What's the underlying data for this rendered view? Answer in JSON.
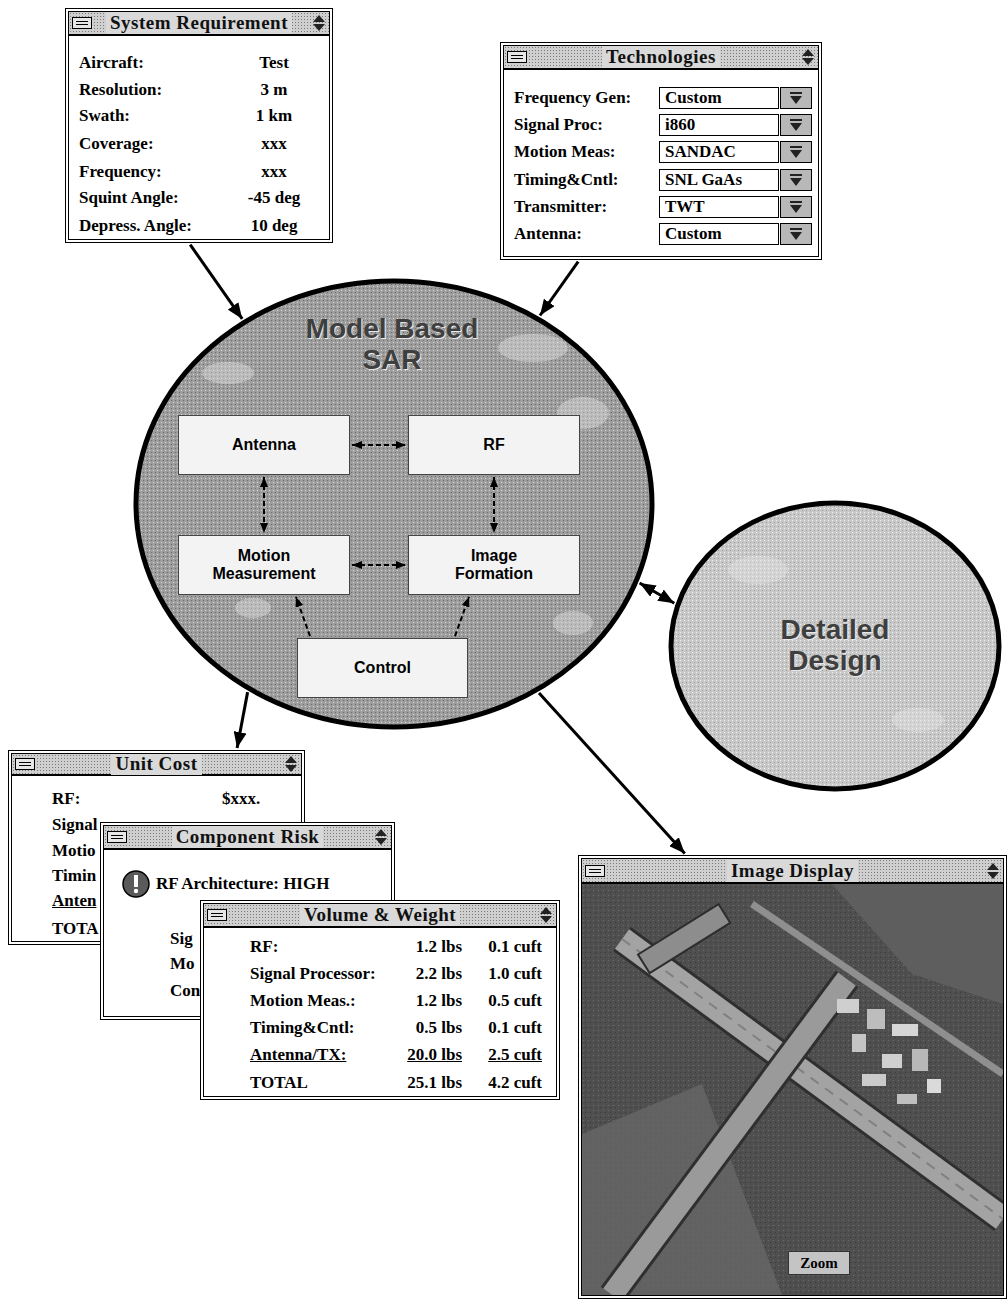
{
  "diagram": {
    "nodes": [
      {
        "text": [
          "System Requirement",
          "Aircraft:",
          "Test",
          "Resolution:",
          "3 m",
          "Swath:",
          "1 km",
          "Coverage:",
          "xxx",
          "Frequency:",
          "xxx",
          "Squint Angle:",
          "-45 deg",
          "Depress. Angle:",
          "10 deg"
        ]
      },
      {
        "text": [
          "Technologies",
          "Frequency Gen:",
          "Custom",
          "Signal Proc:",
          "i860",
          "Motion Meas:",
          "SANDAC",
          "Timing&Cntl:",
          "SNL GaAs",
          "Transmitter:",
          "TWT",
          "Antenna:",
          "Custom"
        ]
      },
      {
        "text": [
          "Model Based SAR"
        ]
      },
      {
        "text": [
          "Antenna"
        ],
        "in": 2
      },
      {
        "text": [
          "RF"
        ],
        "in": 2
      },
      {
        "text": [
          "Motion Measurement"
        ],
        "in": 2
      },
      {
        "text": [
          "Image Formation"
        ],
        "in": 2
      },
      {
        "text": [
          "Control"
        ],
        "in": 2
      },
      {
        "text": [
          "Detailed Design"
        ]
      },
      {
        "text": [
          "Unit Cost",
          "RF:",
          "$xxx.",
          "Signal",
          "Motio",
          "Timin",
          "Anten",
          "TOTA"
        ]
      },
      {
        "text": [
          "Component Risk",
          "RF Architecture: HIGH",
          "Sig",
          "Mo",
          "Con"
        ]
      },
      {
        "text": [
          "Volume & Weight",
          "RF:",
          "1.2 lbs",
          "0.1 cuft",
          "Signal Processor:",
          "2.2 lbs",
          "1.0 cuft",
          "Motion Meas.:",
          "1.2 lbs",
          "0.5 cuft",
          "Timing&Cntl:",
          "0.5 lbs",
          "0.1 cuft",
          "Antenna/TX:",
          "20.0 lbs",
          "2.5 cuft",
          "TOTAL",
          "25.1 lbs",
          "4.2 cuft"
        ]
      },
      {
        "text": [
          "Image Display",
          "Zoom"
        ]
      }
    ],
    "edges": [
      {
        "from": 0,
        "to": 2,
        "arrow": "to"
      },
      {
        "from": 1,
        "to": 2,
        "arrow": "to"
      },
      {
        "from": 3,
        "to": 4,
        "arrow": "both"
      },
      {
        "from": 3,
        "to": 5,
        "arrow": "both"
      },
      {
        "from": 4,
        "to": 6,
        "arrow": "both"
      },
      {
        "from": 5,
        "to": 6,
        "arrow": "both"
      },
      {
        "from": 7,
        "to": 5,
        "arrow": "to"
      },
      {
        "from": 7,
        "to": 6,
        "arrow": "to"
      },
      {
        "from": 2,
        "to": 8,
        "arrow": "both"
      },
      {
        "from": 2,
        "to": 9,
        "arrow": "to"
      },
      {
        "from": 2,
        "to": 12,
        "arrow": "to"
      }
    ]
  }
}
